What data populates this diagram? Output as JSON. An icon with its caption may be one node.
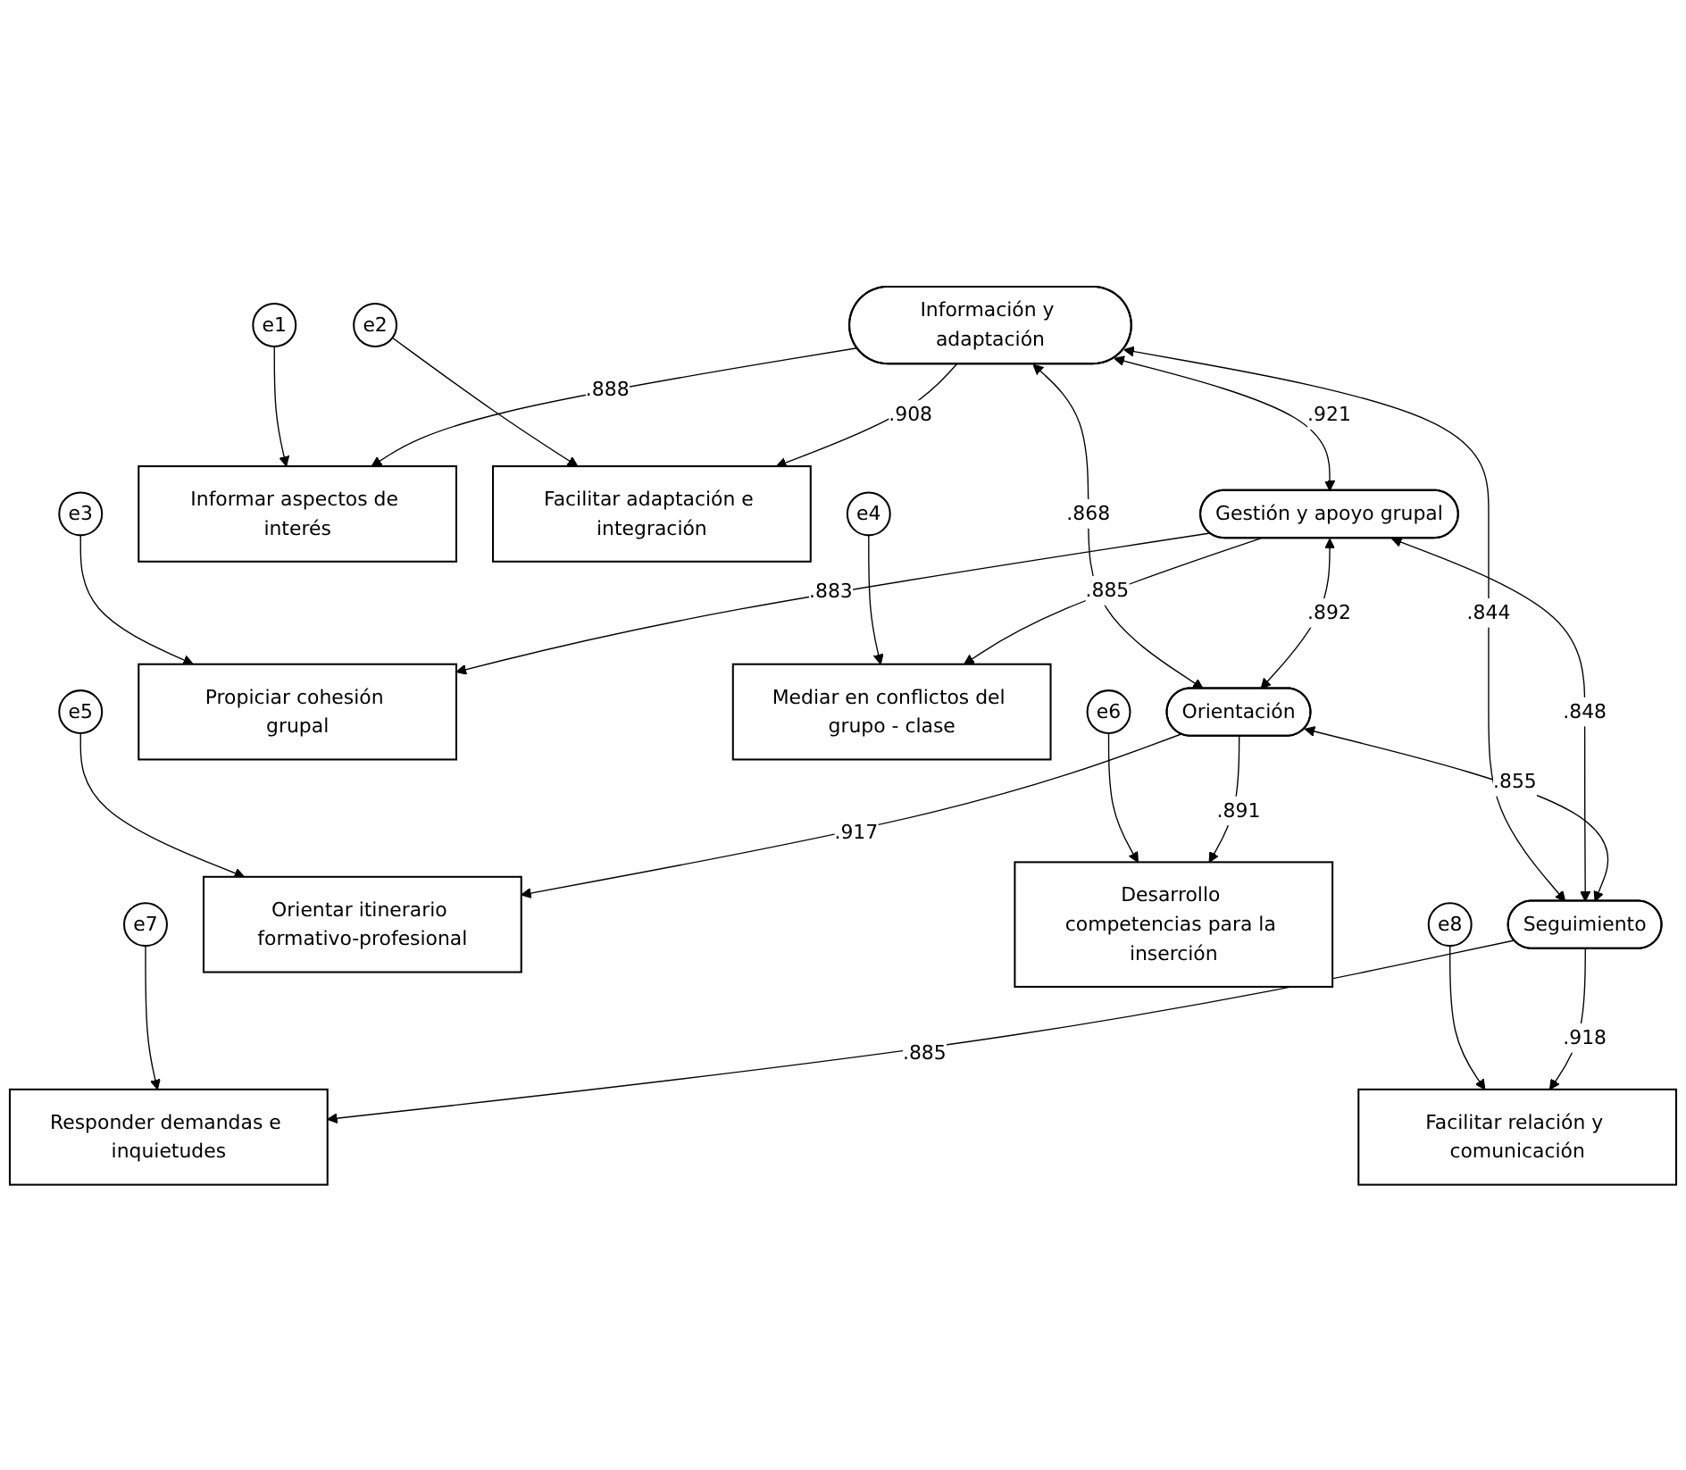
{
  "diagram": {
    "nodes": [
      {
        "text": [
          "Información y adaptación"
        ]
      },
      {
        "text": [
          "Gestión y apoyo grupal"
        ]
      },
      {
        "text": [
          "Orientación"
        ]
      },
      {
        "text": [
          "Seguimiento"
        ]
      },
      {
        "text": [
          "Informar aspectos de interés"
        ]
      },
      {
        "text": [
          "Facilitar adaptación e integración"
        ]
      },
      {
        "text": [
          "Propiciar cohesión grupal"
        ]
      },
      {
        "text": [
          "Mediar en conflictos del grupo - clase"
        ]
      },
      {
        "text": [
          "Orientar itinerario formativo-profesional"
        ]
      },
      {
        "text": [
          "Desarrollo competencias para la inserción"
        ]
      },
      {
        "text": [
          "Responder demandas e inquietudes"
        ]
      },
      {
        "text": [
          "Facilitar relación y comunicación"
        ]
      },
      {
        "text": [
          "e1"
        ]
      },
      {
        "text": [
          "e2"
        ]
      },
      {
        "text": [
          "e3"
        ]
      },
      {
        "text": [
          "e4"
        ]
      },
      {
        "text": [
          "e5"
        ]
      },
      {
        "text": [
          "e6"
        ]
      },
      {
        "text": [
          "e7"
        ]
      },
      {
        "text": [
          "e8"
        ]
      }
    ],
    "edges": [
      {
        "from": 0,
        "to": 4,
        "arrow": "to",
        "label": ".888"
      },
      {
        "from": 0,
        "to": 5,
        "arrow": "to",
        "label": ".908"
      },
      {
        "from": 1,
        "to": 6,
        "arrow": "to",
        "label": ".883"
      },
      {
        "from": 1,
        "to": 7,
        "arrow": "to",
        "label": ".885"
      },
      {
        "from": 2,
        "to": 8,
        "arrow": "to",
        "label": ".917"
      },
      {
        "from": 2,
        "to": 9,
        "arrow": "to",
        "label": ".891"
      },
      {
        "from": 3,
        "to": 10,
        "arrow": "to",
        "label": ".885"
      },
      {
        "from": 3,
        "to": 11,
        "arrow": "to",
        "label": ".918"
      },
      {
        "from": 12,
        "to": 4,
        "arrow": "to"
      },
      {
        "from": 13,
        "to": 5,
        "arrow": "to"
      },
      {
        "from": 14,
        "to": 6,
        "arrow": "to"
      },
      {
        "from": 15,
        "to": 7,
        "arrow": "to"
      },
      {
        "from": 16,
        "to": 8,
        "arrow": "to"
      },
      {
        "from": 17,
        "to": 9,
        "arrow": "to"
      },
      {
        "from": 18,
        "to": 10,
        "arrow": "to"
      },
      {
        "from": 19,
        "to": 11,
        "arrow": "to"
      },
      {
        "from": 0,
        "to": 1,
        "arrow": "both",
        "label": ".921"
      },
      {
        "from": 1,
        "to": 2,
        "arrow": "both",
        "label": ".892"
      },
      {
        "from": 2,
        "to": 3,
        "arrow": "both",
        "label": ".855"
      },
      {
        "from": 0,
        "to": 2,
        "arrow": "both",
        "label": ".868"
      },
      {
        "from": 1,
        "to": 3,
        "arrow": "both",
        "label": ".848"
      },
      {
        "from": 0,
        "to": 3,
        "arrow": "both",
        "label": ".844"
      }
    ]
  }
}
